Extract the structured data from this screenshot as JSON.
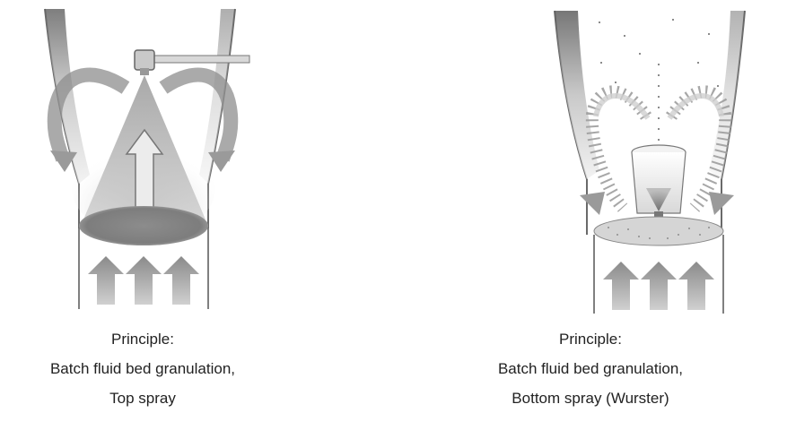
{
  "panels": [
    {
      "id": "top-spray",
      "caption": {
        "line1": "Principle:",
        "line2": "Batch fluid bed granulation,",
        "line3": "Top spray"
      }
    },
    {
      "id": "bottom-spray",
      "caption": {
        "line1": "Principle:",
        "line2": "Batch fluid bed granulation,",
        "line3": "Bottom spray (Wurster)"
      }
    }
  ],
  "colors": {
    "wall_dark": "#6f6f6f",
    "bed": "#8a8a8a",
    "arrow": "#9a9a9a",
    "outline": "#555555"
  }
}
